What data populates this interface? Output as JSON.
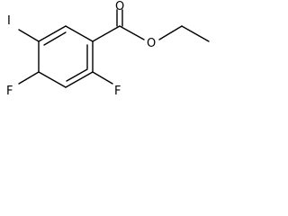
{
  "structure": {
    "atoms": {
      "iodine": "I",
      "carbonyl_oxygen": "O",
      "ester_oxygen": "O",
      "fluorine_left": "F",
      "fluorine_right": "F"
    }
  },
  "colors": {
    "background": "#ffffff",
    "ink": "#000000"
  }
}
